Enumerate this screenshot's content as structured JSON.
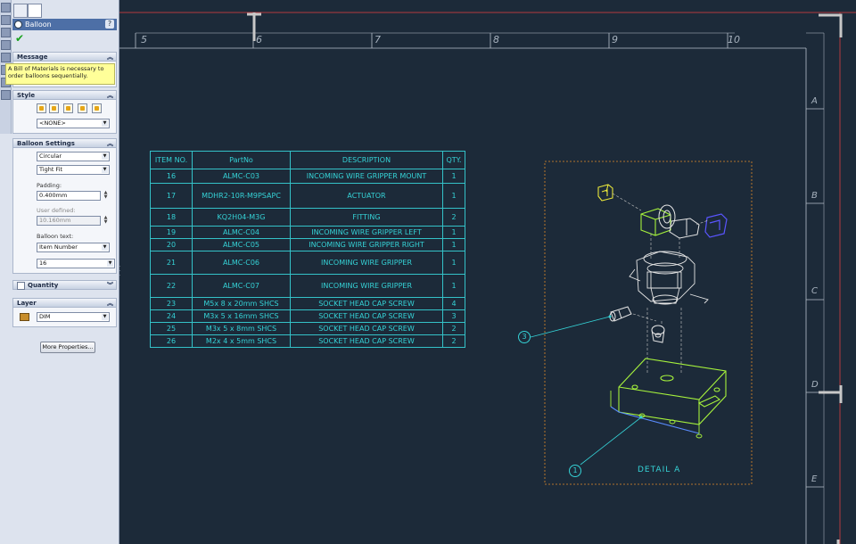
{
  "property_manager": {
    "title": "Balloon",
    "help": "?",
    "message_header": "Message",
    "message": "A Bill of Materials is necessary to order balloons sequentially.",
    "style_header": "Style",
    "style_select": "<NONE>",
    "balloon_settings_header": "Balloon Settings",
    "shape": "Circular",
    "fit": "Tight Fit",
    "padding_label": "Padding:",
    "padding_value": "0.400mm",
    "user_defined_label": "User defined:",
    "user_defined_value": "10.160mm",
    "balloon_text_label": "Balloon text:",
    "balloon_text": "Item Number",
    "font_size": "16",
    "quantity_header": "Quantity",
    "layer_header": "Layer",
    "layer_value": "DIM",
    "more_properties": "More Properties..."
  },
  "drawing": {
    "ruler_numbers": [
      "5",
      "6",
      "7",
      "8",
      "9",
      "10"
    ],
    "zone_letters": [
      "A",
      "B",
      "C",
      "D",
      "E"
    ],
    "bom": {
      "headers": [
        "ITEM NO.",
        "PartNo",
        "DESCRIPTION",
        "QTY."
      ],
      "rows": [
        {
          "item": "16",
          "part": "ALMC-C03",
          "desc": "INCOMING WIRE GRIPPER MOUNT",
          "qty": "1"
        },
        {
          "item": "17",
          "part": "MDHR2-10R-M9PSAPC",
          "desc": "ACTUATOR",
          "qty": "1"
        },
        {
          "item": "18",
          "part": "KQ2H04-M3G",
          "desc": "FITTING",
          "qty": "2"
        },
        {
          "item": "19",
          "part": "ALMC-C04",
          "desc": "INCOMING WIRE GRIPPER LEFT",
          "qty": "1"
        },
        {
          "item": "20",
          "part": "ALMC-C05",
          "desc": "INCOMING WIRE GRIPPER RIGHT",
          "qty": "1"
        },
        {
          "item": "21",
          "part": "ALMC-C06",
          "desc": "INCOMING WIRE GRIPPER",
          "qty": "1"
        },
        {
          "item": "22",
          "part": "ALMC-C07",
          "desc": "INCOMING WIRE GRIPPER",
          "qty": "1"
        },
        {
          "item": "23",
          "part": "M5x 8 x 20mm SHCS",
          "desc": "SOCKET HEAD CAP SCREW",
          "qty": "4"
        },
        {
          "item": "24",
          "part": "M3x 5 x 16mm SHCS",
          "desc": "SOCKET HEAD CAP SCREW",
          "qty": "3"
        },
        {
          "item": "25",
          "part": "M3x 5 x 8mm SHCS",
          "desc": "SOCKET HEAD CAP SCREW",
          "qty": "2"
        },
        {
          "item": "26",
          "part": "M2x 4 x 5mm SHCS",
          "desc": "SOCKET HEAD CAP SCREW",
          "qty": "2"
        }
      ]
    },
    "detail_label": "DETAIL A",
    "balloons": [
      "3",
      "1"
    ]
  },
  "colors": {
    "sheet_bg": "#1c2a39",
    "annotation": "#35d2d6",
    "border": "#c8c8c8",
    "model_green": "#a6f23c",
    "model_white": "#e6e6e6",
    "model_yellow": "#e8e63a",
    "model_blue": "#5a55ff",
    "detail_frame": "#e08a2a",
    "panel_bg": "#dde3ee"
  }
}
